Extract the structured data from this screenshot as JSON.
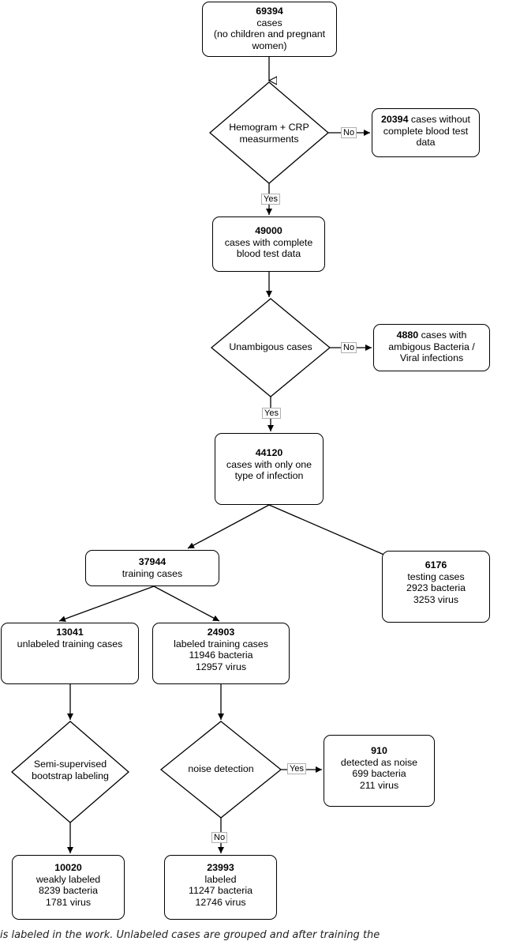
{
  "nodes": {
    "total": {
      "number": "69394",
      "lines": [
        "cases",
        "(no children and pregnant",
        "women)"
      ]
    },
    "complete": {
      "number": "49000",
      "lines": [
        "cases with complete",
        "blood test data"
      ]
    },
    "single": {
      "number": "44120",
      "lines": [
        "cases with only one",
        "type of infection"
      ]
    },
    "training": {
      "number": "37944",
      "lines": [
        "training cases"
      ]
    },
    "testing": {
      "number": "6176",
      "lines": [
        "testing cases",
        "2923 bacteria",
        "3253 virus"
      ]
    },
    "unlabeled": {
      "number": "13041",
      "lines": [
        "unlabeled training cases"
      ]
    },
    "labeled": {
      "number": "24903",
      "lines": [
        "labeled training cases",
        "11946 bacteria",
        "12957 virus"
      ]
    },
    "noise": {
      "number": "910",
      "lines": [
        "detected as noise",
        "699 bacteria",
        "211 virus"
      ]
    },
    "weak": {
      "number": "10020",
      "lines": [
        "weakly labeled",
        "8239 bacteria",
        "1781 virus"
      ]
    },
    "clean": {
      "number": "23993",
      "lines": [
        "labeled",
        "11247 bacteria",
        "12746 virus"
      ]
    },
    "incomplete": {
      "number": "20394",
      "rest": " cases without",
      "lines": [
        "complete blood test",
        "data"
      ]
    },
    "ambiguous": {
      "number": "4880",
      "rest": " cases with",
      "lines": [
        "ambigous Bacteria /",
        "Viral infections"
      ]
    }
  },
  "decisions": {
    "hemogram": [
      "Hemogram + CRP",
      "measurments"
    ],
    "unambig": [
      "Unambigous cases"
    ],
    "semi": [
      "Semi-supervised",
      "bootstrap labeling"
    ],
    "noisedet": [
      "noise detection"
    ]
  },
  "edge_labels": {
    "no1": "No",
    "yes1": "Yes",
    "no2": "No",
    "yes2": "Yes",
    "yes3": "Yes",
    "no3": "No"
  },
  "caption": "is labeled in the work. Unlabeled cases are grouped and after training the"
}
